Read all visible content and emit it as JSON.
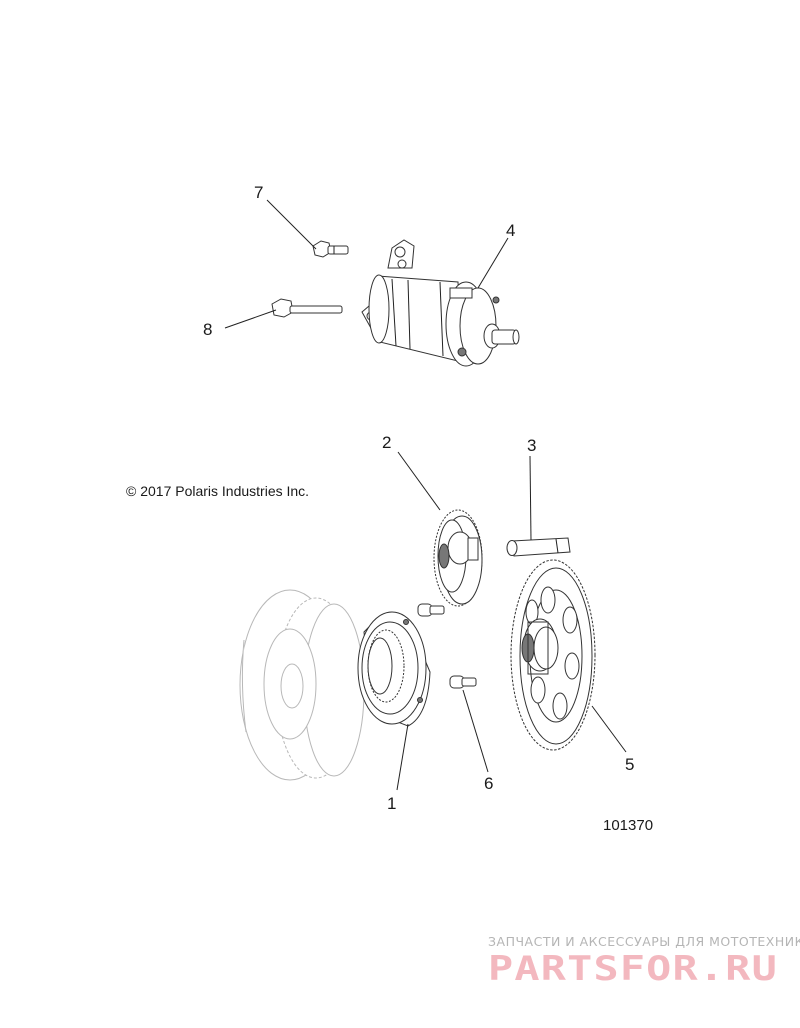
{
  "copyright": "© 2017 Polaris Industries Inc.",
  "figure_number": "101370",
  "callouts": {
    "c1": "1",
    "c2": "2",
    "c3": "3",
    "c4": "4",
    "c5": "5",
    "c6": "6",
    "c7": "7",
    "c8": "8"
  },
  "watermark": {
    "tagline": "ЗАПЧАСТИ И АКСЕССУАРЫ ДЛЯ МОТОТЕХНИКИ",
    "brand": "PARTSFOR.RU"
  },
  "colors": {
    "watermark_brand": "#f3b8bf",
    "watermark_tagline": "#b5b5b5",
    "line_art": "#333333"
  }
}
